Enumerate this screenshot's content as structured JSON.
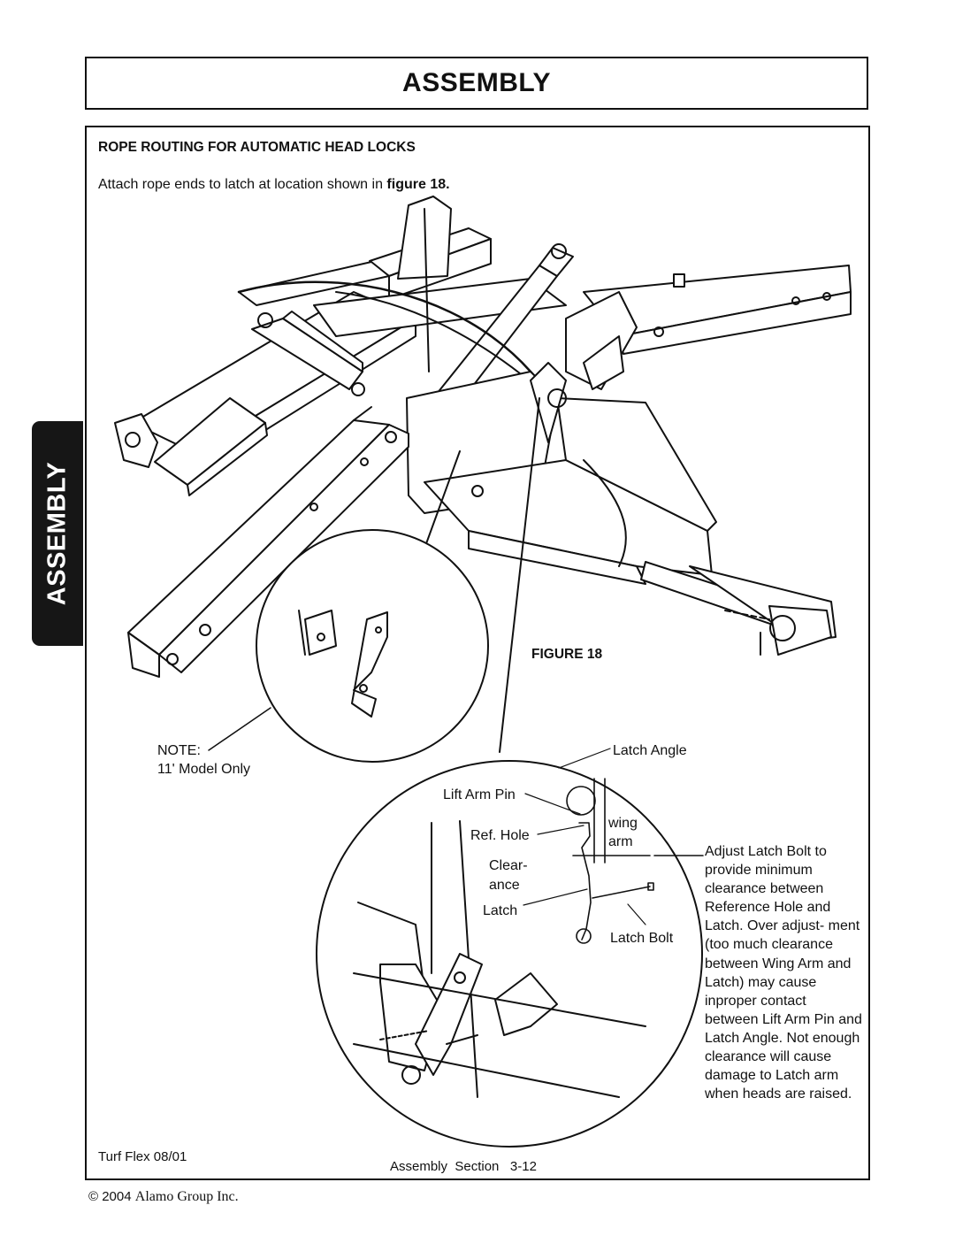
{
  "header": {
    "title": "ASSEMBLY"
  },
  "side_tab": {
    "label": "ASSEMBLY"
  },
  "section": {
    "heading": "ROPE ROUTING FOR AUTOMATIC HEAD LOCKS",
    "intro_prefix": "Attach rope ends to latch at location shown in ",
    "intro_ref": "figure 18."
  },
  "figure": {
    "label": "FIGURE 18",
    "callouts": {
      "note": "NOTE:",
      "model": "11' Model Only",
      "latch_angle": "Latch Angle",
      "lift_arm_pin": "Lift Arm Pin",
      "ref_hole": "Ref. Hole",
      "wing": "wing",
      "arm": "arm",
      "clear": "Clear-",
      "ance": "ance",
      "latch": "Latch",
      "latch_bolt": "Latch Bolt"
    },
    "adjust_note": "Adjust Latch Bolt to provide minimum clearance between Reference Hole and Latch. Over adjust- ment (too much clearance between Wing Arm and Latch) may cause inproper contact between Lift Arm Pin and Latch Angle. Not enough clearance will cause damage to Latch arm when heads are raised."
  },
  "footer": {
    "left": "Turf Flex 08/01",
    "center": "Assembly  Section   3-12",
    "copyright_symbol": "© 2004",
    "copyright_company": "Alamo Group Inc."
  }
}
